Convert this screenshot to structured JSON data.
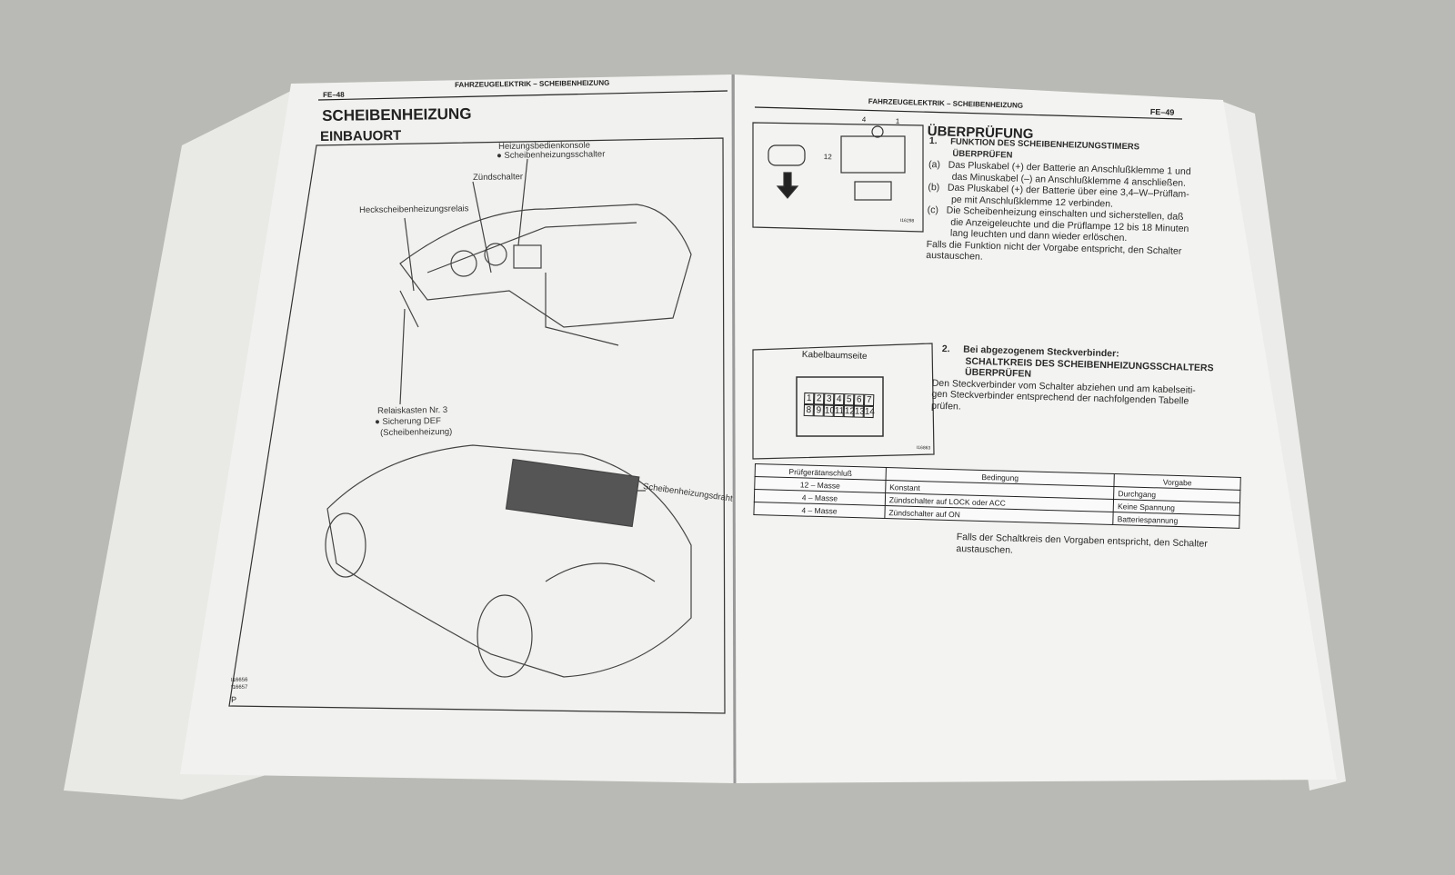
{
  "left_page": {
    "page_number": "FE–48",
    "running_header": "FAHRZEUGELEKTRIK – SCHEIBENHEIZUNG",
    "title": "SCHEIBENHEIZUNG",
    "subtitle": "EINBAUORT",
    "labels": {
      "console": "Heizungsbedienkonsole",
      "switch": "● Scheibenheizungsschalter",
      "ignition": "Zündschalter",
      "relay": "Heckscheibenheizungsrelais",
      "relay_box": "Relaiskasten Nr. 3",
      "fuse": "● Sicherung DEF",
      "fuse_paren": "(Scheibenheizung)",
      "wire": "Scheibenheizungsdraht"
    },
    "figure_codes": [
      "I16656",
      "I16657",
      "P"
    ]
  },
  "right_page": {
    "page_number": "FE–49",
    "running_header": "FAHRZEUGELEKTRIK – SCHEIBENHEIZUNG",
    "title": "ÜBERPRÜFUNG",
    "step1": {
      "num": "1.",
      "heading1": "FUNKTION DES SCHEIBENHEIZUNGSTIMERS",
      "heading2": "ÜBERPRÜFEN",
      "a_mark": "(a)",
      "a1": "Das Pluskabel (+) der Batterie an Anschlußklemme 1 und",
      "a2": "das Minuskabel (–) an Anschlußklemme 4 anschließen.",
      "b_mark": "(b)",
      "b1": "Das Pluskabel (+) der Batterie über eine 3,4–W–Prüflam-",
      "b2": "pe mit Anschlußklemme 12 verbinden.",
      "c_mark": "(c)",
      "c1": "Die Scheibenheizung einschalten und sicherstellen, daß",
      "c2": "die Anzeigeleuchte und die Prüflampe 12 bis 18 Minuten",
      "c3": "lang leuchten und dann wieder erlöschen.",
      "f1": "Falls die Funktion nicht der Vorgabe entspricht, den Schalter",
      "f2": "austauschen."
    },
    "diagram1": {
      "pin4": "4",
      "pin1": "1",
      "pin12": "12",
      "code": "I16298"
    },
    "step2": {
      "num": "2.",
      "heading1": "Bei abgezogenem Steckverbinder:",
      "heading2": "SCHALTKREIS DES SCHEIBENHEIZUNGSSCHALTERS",
      "heading3": "ÜBERPRÜFEN",
      "t1": "Den Steckverbinder vom Schalter abziehen und am kabelseiti-",
      "t2": "gen Steckverbinder entsprechend der nachfolgenden Tabelle",
      "t3": "prüfen.",
      "f1": "Falls der Schaltkreis den Vorgaben entspricht, den Schalter",
      "f2": "austauschen."
    },
    "connector": {
      "title": "Kabelbaumseite",
      "pins": [
        "1",
        "2",
        "3",
        "4",
        "5",
        "6",
        "7",
        "8",
        "9",
        "10",
        "11",
        "12",
        "13",
        "14"
      ],
      "code": "I16863"
    },
    "table": {
      "headers": [
        "Prüfgerätanschluß",
        "Bedingung",
        "Vorgabe"
      ],
      "rows": [
        [
          "12 – Masse",
          "Konstant",
          "Durchgang"
        ],
        [
          "4 – Masse",
          "Zündschalter auf LOCK oder ACC",
          "Keine Spannung"
        ],
        [
          "4 – Masse",
          "Zündschalter auf ON",
          "Batteriespannung"
        ]
      ]
    }
  }
}
